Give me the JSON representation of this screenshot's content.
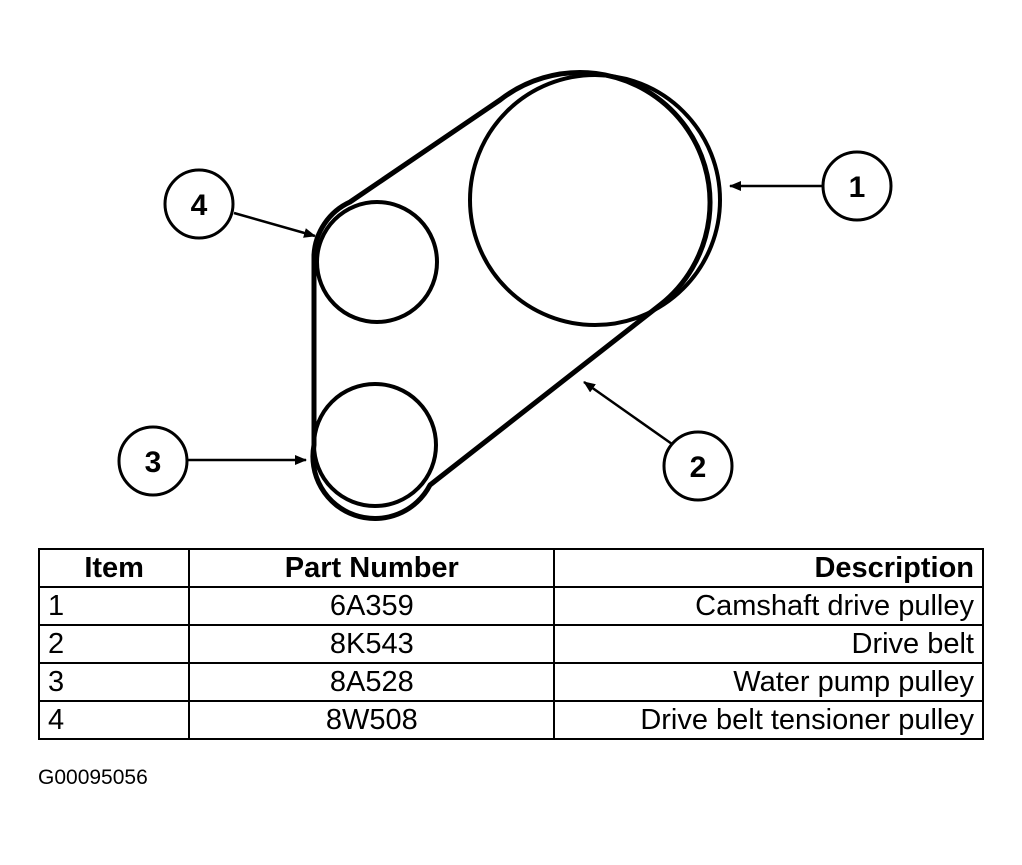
{
  "callouts": {
    "c1": "1",
    "c2": "2",
    "c3": "3",
    "c4": "4"
  },
  "table": {
    "headers": {
      "item": "Item",
      "part_number": "Part Number",
      "description": "Description"
    },
    "rows": [
      {
        "item": "1",
        "part_number": "6A359",
        "description": "Camshaft drive pulley"
      },
      {
        "item": "2",
        "part_number": "8K543",
        "description": "Drive belt"
      },
      {
        "item": "3",
        "part_number": "8A528",
        "description": "Water pump pulley"
      },
      {
        "item": "4",
        "part_number": "8W508",
        "description": "Drive belt tensioner pulley"
      }
    ]
  },
  "figure_id": "G00095056"
}
